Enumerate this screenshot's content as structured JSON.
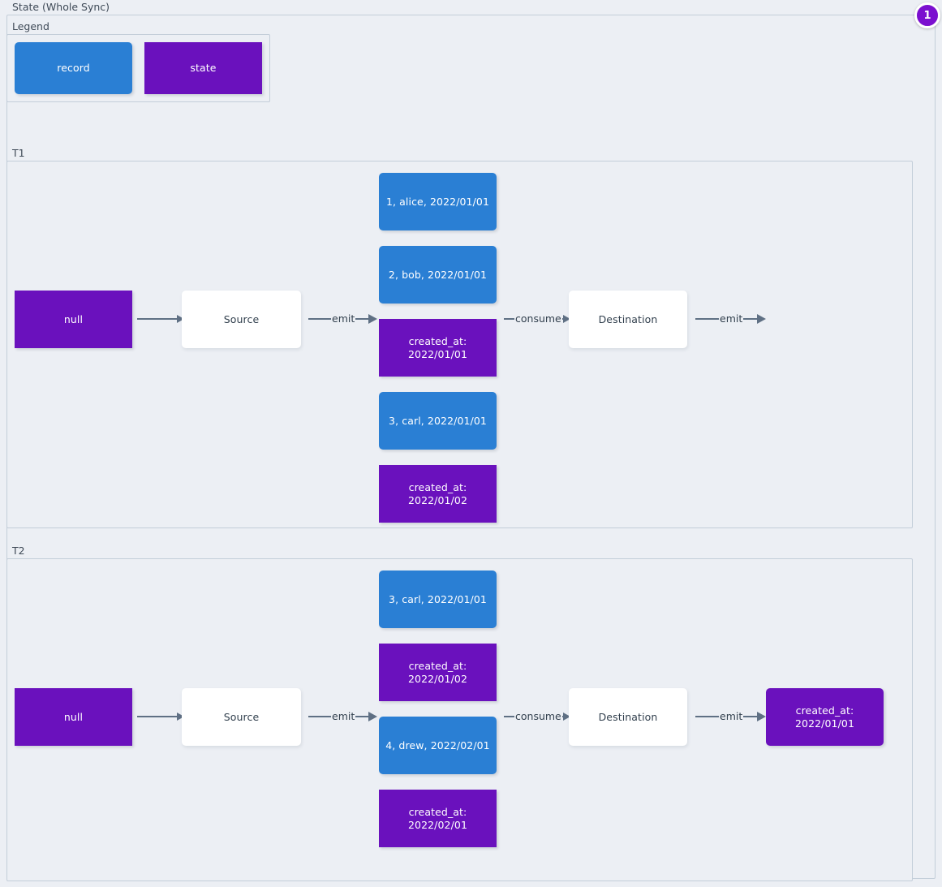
{
  "root": {
    "title": "State (Whole Sync)",
    "badge": "1"
  },
  "legend": {
    "label": "Legend",
    "items": [
      {
        "label": "record",
        "kind": "record",
        "color": "#2a7fd4"
      },
      {
        "label": "state",
        "kind": "state",
        "color": "#6a11bd"
      }
    ]
  },
  "colors": {
    "record": "#2a7fd4",
    "state": "#6a11bd",
    "background": "#eceff4",
    "border": "#c3ced9",
    "edge": "#5f7084",
    "text": "#32404e",
    "badge": "#7b0fcf"
  },
  "timelines": [
    {
      "label": "T1",
      "start_state": "null",
      "source": "Source",
      "destination": "Destination",
      "payload": [
        {
          "kind": "record",
          "text": "1, alice, 2022/01/01"
        },
        {
          "kind": "record",
          "text": "2, bob, 2022/01/01"
        },
        {
          "kind": "state",
          "line1": "created_at:",
          "line2": "2022/01/01"
        },
        {
          "kind": "record",
          "text": "3, carl, 2022/01/01"
        },
        {
          "kind": "state",
          "line1": "created_at:",
          "line2": "2022/01/02"
        }
      ],
      "edges": {
        "start_to_source": "",
        "source_to_payload": "emit",
        "payload_to_destination": "consume",
        "destination_out": "emit"
      },
      "end_state": null
    },
    {
      "label": "T2",
      "start_state": "null",
      "source": "Source",
      "destination": "Destination",
      "payload": [
        {
          "kind": "record",
          "text": "3, carl, 2022/01/01"
        },
        {
          "kind": "state",
          "line1": "created_at:",
          "line2": "2022/01/02"
        },
        {
          "kind": "record",
          "text": "4, drew, 2022/02/01"
        },
        {
          "kind": "state",
          "line1": "created_at:",
          "line2": "2022/02/01"
        }
      ],
      "edges": {
        "start_to_source": "",
        "source_to_payload": "emit",
        "payload_to_destination": "consume",
        "destination_out": "emit"
      },
      "end_state": {
        "line1": "created_at:",
        "line2": "2022/01/01"
      }
    }
  ]
}
